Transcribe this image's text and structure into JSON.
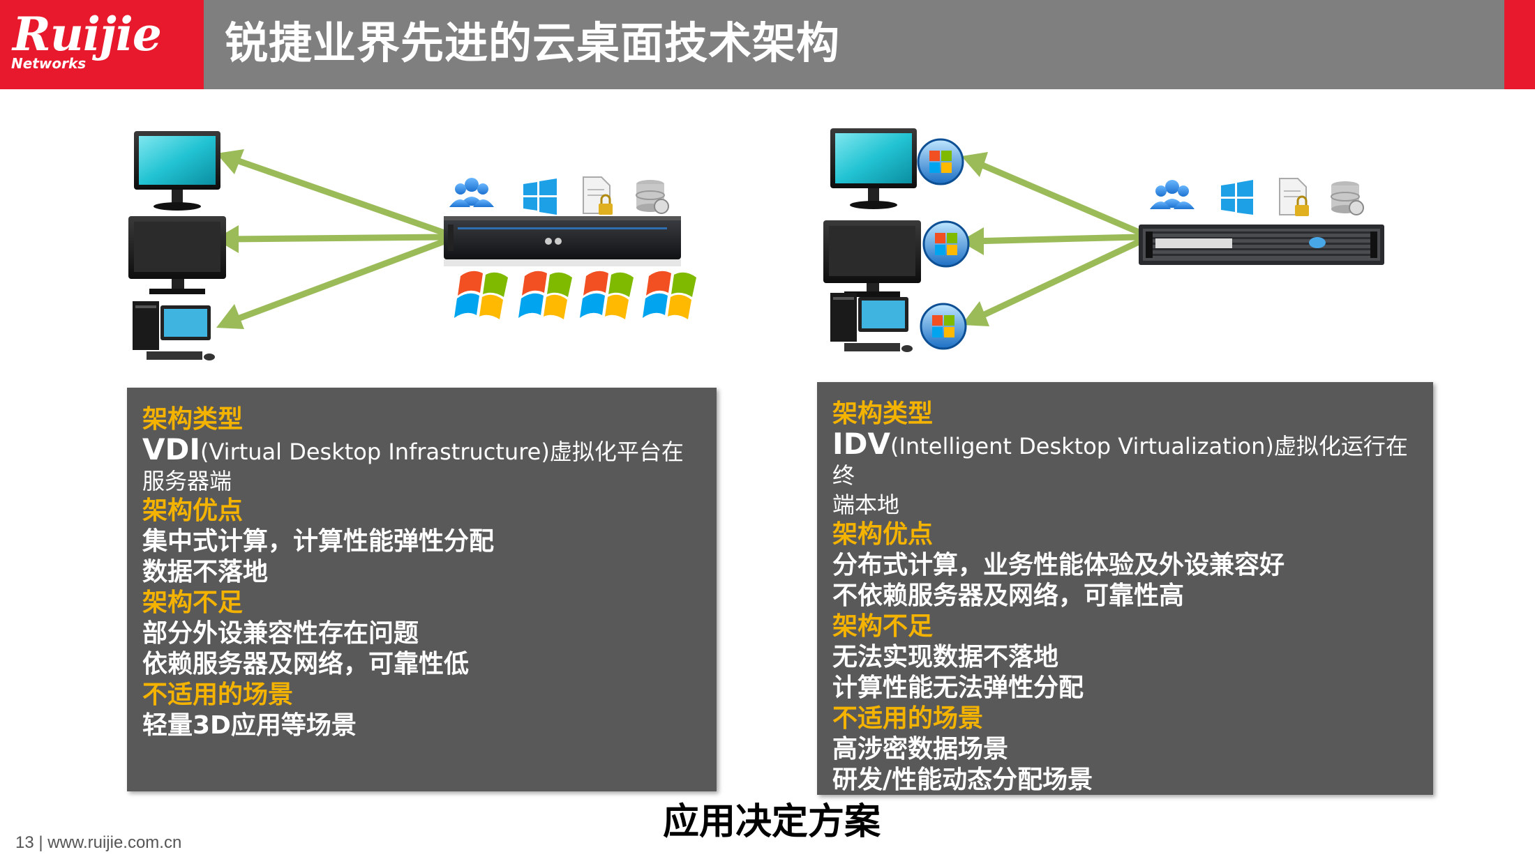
{
  "header": {
    "logo_main": "Ruijie",
    "logo_sub": "Networks",
    "title": "锐捷业界先进的云桌面技术架构"
  },
  "colors": {
    "brand_red": "#e8192c",
    "title_bar_gray": "#7f7f7f",
    "box_gray": "#595959",
    "heading_gold": "#f5b301",
    "arrow_green": "#9bbb59"
  },
  "left_panel": {
    "diagram": {
      "clients": [
        "monitor-icon",
        "monitor-icon",
        "desktop-pc-icon"
      ],
      "server_badges": [
        "users-icon",
        "windows-logo-icon",
        "document-lock-icon",
        "database-icon"
      ],
      "vm_icons": [
        "windows-flag-icon",
        "windows-flag-icon",
        "windows-flag-icon",
        "windows-flag-icon"
      ]
    },
    "type_heading": "架构类型",
    "type_acronym": "VDI",
    "type_desc": "(Virtual Desktop Infrastructure)虚拟化平台在",
    "type_desc_2": "服务器端",
    "pros_heading": "架构优点",
    "pros": [
      "集中式计算，计算性能弹性分配",
      "数据不落地"
    ],
    "cons_heading": "架构不足",
    "cons": [
      "部分外设兼容性存在问题",
      "依赖服务器及网络，可靠性低"
    ],
    "unfit_heading": "不适用的场景",
    "unfit": [
      "轻量3D应用等场景"
    ]
  },
  "right_panel": {
    "diagram": {
      "clients": [
        "monitor-icon",
        "monitor-icon",
        "desktop-pc-icon"
      ],
      "client_badges": [
        "windows-orb-icon",
        "windows-orb-icon",
        "windows-orb-icon"
      ],
      "server_badges": [
        "users-icon",
        "windows-logo-icon",
        "document-lock-icon",
        "database-icon"
      ]
    },
    "type_heading": "架构类型",
    "type_acronym": "IDV",
    "type_desc": "(Intelligent Desktop Virtualization)虚拟化运行在终",
    "type_desc_2": "端本地",
    "pros_heading": "架构优点",
    "pros": [
      "分布式计算，业务性能体验及外设兼容好",
      "不依赖服务器及网络，可靠性高"
    ],
    "cons_heading": "架构不足",
    "cons": [
      "无法实现数据不落地",
      "计算性能无法弹性分配"
    ],
    "unfit_heading": "不适用的场景",
    "unfit": [
      "高涉密数据场景",
      "研发/性能动态分配场景"
    ]
  },
  "bottom_title": "应用决定方案",
  "footer": "13 | www.ruijie.com.cn"
}
